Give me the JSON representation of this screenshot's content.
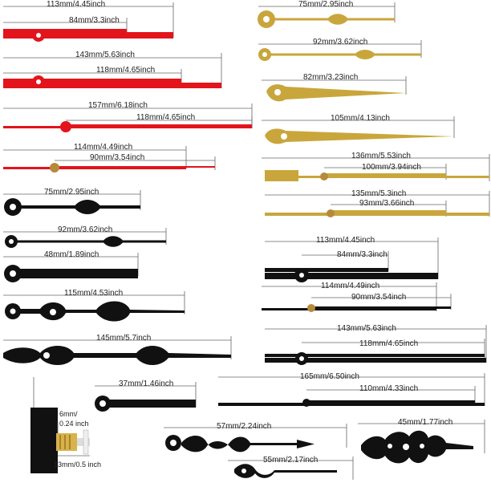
{
  "palette": {
    "red": "#e3141b",
    "gold": "#c9a63c",
    "black": "#111111",
    "brass": "#d8b24a"
  },
  "hands": {
    "red_1": {
      "long": "113mm/4.45inch",
      "short": "84mm/3.3inch"
    },
    "red_2": {
      "long": "143mm/5.63inch",
      "short": "118mm/4.65inch"
    },
    "red_3": {
      "long": "157mm/6.18inch",
      "short": "118mm/4.65inch"
    },
    "red_4": {
      "long": "114mm/4.49inch",
      "short": "90mm/3.54inch"
    },
    "black_spade_1": "75mm/2.95inch",
    "black_spade_2": "92mm/3.62inch",
    "black_bar": "48mm/1.89inch",
    "black_ornate_1": "115mm/4.53inch",
    "black_ornate_2": "145mm/5.7inch",
    "movement": {
      "thread": "6mm/\n0.24 inch",
      "shaft": "13mm/0.5 inch"
    },
    "black_bar_small": "37mm/1.46inch",
    "gold_spade_1": "75mm/2.95inch",
    "gold_spade_2": "92mm/3.62inch",
    "gold_sword_1": "82mm/3.23inch",
    "gold_sword_2": "105mm/4.13inch",
    "gold_bar_1": {
      "long": "136mm/5.53inch",
      "short": "100mm/3.94inch"
    },
    "gold_bar_2": {
      "long": "135mm/5.3inch",
      "short": "93mm/3.66inch"
    },
    "black_pair_1": {
      "long": "113mm/4.45inch",
      "short": "84mm/3.3inch"
    },
    "black_pair_2": {
      "long": "114mm/4.49inch",
      "short": "90mm/3.54inch"
    },
    "black_pair_3": {
      "long": "143mm/5.63inch",
      "short": "118mm/4.65inch"
    },
    "black_pair_4": {
      "long": "165mm/6.50inch",
      "short": "110mm/4.33inch"
    },
    "black_filigree_1": "57mm/2.24inch",
    "black_filigree_2": "55mm/2.17inch",
    "black_fleur": "45mm/1.77inch"
  }
}
